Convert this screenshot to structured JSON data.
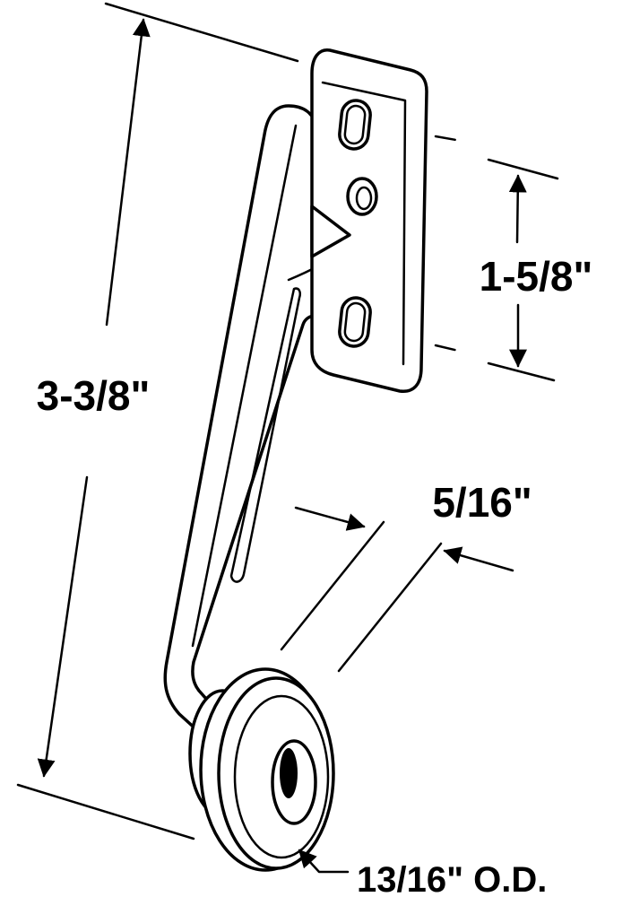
{
  "dimensions": {
    "overall_height": "3-3/8\"",
    "hole_spacing": "1-5/8\"",
    "arm_width": "5/16\"",
    "wheel_diameter": "13/16\" O.D."
  },
  "colors": {
    "ink": "#000000",
    "paper": "#ffffff"
  }
}
